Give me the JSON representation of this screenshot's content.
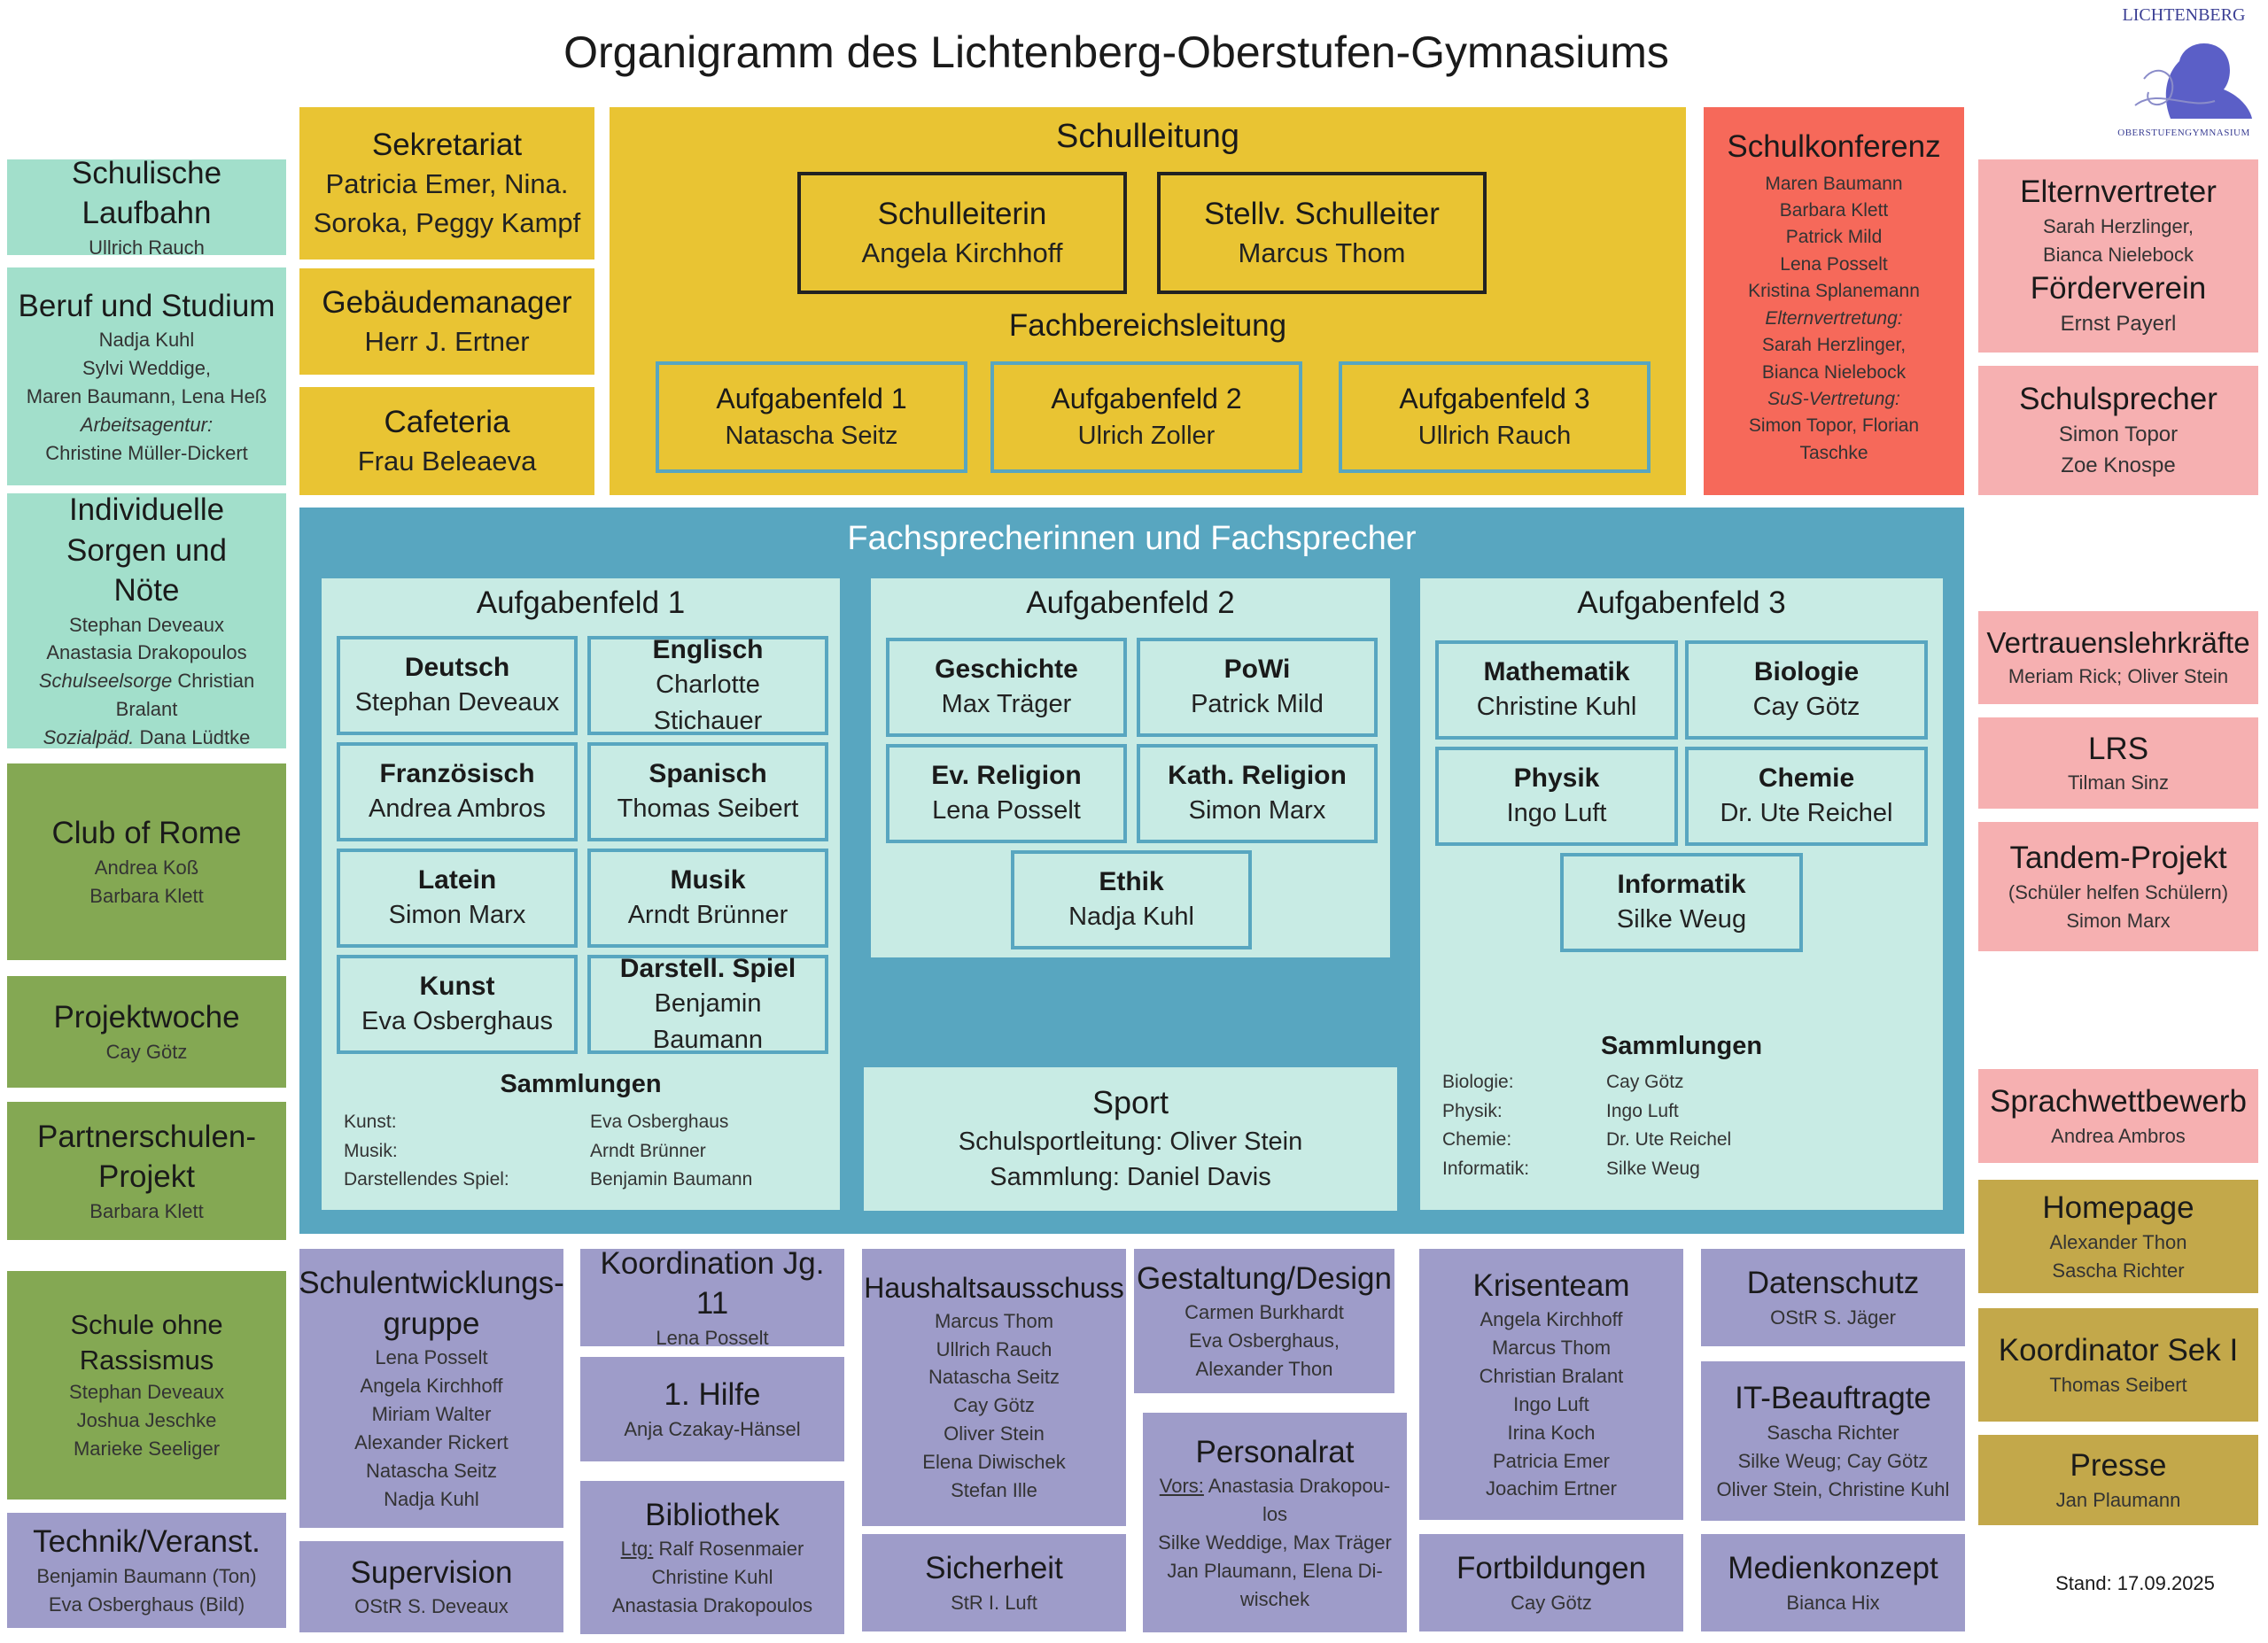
{
  "title": "Organigramm des Lichtenberg-Oberstufen-Gymnasiums",
  "logo": {
    "top": "LICHTENBERG",
    "bottom": "OBERSTUFENGYMNASIUM"
  },
  "stand": "Stand: 17.09.2025",
  "colors": {
    "green": "#a2dfcb",
    "olive": "#84a853",
    "yellow": "#e9c433",
    "red": "#f6695a",
    "pink": "#f6b0b1",
    "khaki": "#c3a84a",
    "purple": "#9e9cc9",
    "teal": "#58a6c0",
    "mint": "#c8ebe4"
  },
  "left": {
    "laufbahn": {
      "title": "Schulische Laufbahn",
      "names": "Ullrich Rauch"
    },
    "beruf": {
      "title": "Beruf und Studium",
      "l1": "Nadja Kuhl",
      "l2": "Sylvi Weddige,",
      "l3": "Maren Baumann, Lena Heß",
      "l4": "Arbeitsagentur:",
      "l5": "Christine Müller-Dickert"
    },
    "sorgen": {
      "title": "Individuelle Sorgen und Nöte",
      "l1": "Stephan Deveaux",
      "l2": "Anastasia Drakopoulos",
      "l3a": "Schulseelsorge",
      "l3b": "Christian Bralant",
      "l4a": "Sozialpäd.",
      "l4b": "Dana Lüdtke"
    },
    "rome": {
      "title": "Club of Rome",
      "l1": "Andrea Koß",
      "l2": "Barbara Klett"
    },
    "projekt": {
      "title": "Projektwoche",
      "l1": "Cay Götz"
    },
    "partner": {
      "title": "Partnerschulen-Projekt",
      "l1": "Barbara Klett"
    },
    "rassismus": {
      "title": "Schule ohne Rassismus",
      "l1": "Stephan Deveaux",
      "l2": "Joshua Jeschke",
      "l3": "Marieke Seeliger"
    },
    "technik": {
      "title": "Technik/Veranst.",
      "l1": "Benjamin Baumann (Ton)",
      "l2": "Eva Osberghaus (Bild)"
    }
  },
  "top": {
    "sekretariat": {
      "title": "Sekretariat",
      "names": "Patricia Emer, Nina. Soroka, Peggy Kampf"
    },
    "gebaeude": {
      "title": "Gebäudemanager",
      "names": "Herr J. Ertner"
    },
    "cafeteria": {
      "title": "Cafeteria",
      "names": "Frau Beleaeva"
    },
    "schulleitung": {
      "title": "Schulleitung",
      "leiterin": {
        "title": "Schulleiterin",
        "name": "Angela Kirchhoff"
      },
      "stellv": {
        "title": "Stellv. Schulleiter",
        "name": "Marcus Thom"
      },
      "fb_title": "Fachbereichsleitung",
      "af1": {
        "title": "Aufgabenfeld 1",
        "name": "Natascha Seitz"
      },
      "af2": {
        "title": "Aufgabenfeld 2",
        "name": "Ulrich Zoller"
      },
      "af3": {
        "title": "Aufgabenfeld 3",
        "name": "Ullrich Rauch"
      }
    },
    "konferenz": {
      "title": "Schulkonferenz",
      "l1": "Maren Baumann",
      "l2": "Barbara Klett",
      "l3": "Patrick Mild",
      "l4": "Lena Posselt",
      "l5": "Kristina Splanemann",
      "l6": "Elternvertretung:",
      "l7": "Sarah Herzlinger,",
      "l8": "Bianca Nielebock",
      "l9": "SuS-Vertretung:",
      "l10": "Simon Topor, Florian Taschke"
    }
  },
  "right": {
    "eltern": {
      "title": "Elternvertreter",
      "l1": "Sarah Herzlinger,",
      "l2": "Bianca Nielebock",
      "title2": "Förderverein",
      "l3": "Ernst Payerl"
    },
    "sprecher": {
      "title": "Schulsprecher",
      "l1": "Simon Topor",
      "l2": "Zoe Knospe"
    },
    "vertrauen": {
      "title": "Vertrauenslehrkräfte",
      "l1": "Meriam Rick; Oliver Stein"
    },
    "lrs": {
      "title": "LRS",
      "l1": "Tilman Sinz"
    },
    "tandem": {
      "title": "Tandem-Projekt",
      "l1": "(Schüler helfen Schülern)",
      "l2": "Simon Marx"
    },
    "sprach": {
      "title": "Sprachwettbewerb",
      "l1": "Andrea Ambros"
    },
    "homepage": {
      "title": "Homepage",
      "l1": "Alexander Thon",
      "l2": "Sascha Richter"
    },
    "sek1": {
      "title": "Koordinator Sek I",
      "l1": "Thomas Seibert"
    },
    "presse": {
      "title": "Presse",
      "l1": "Jan Plaumann"
    }
  },
  "fach": {
    "title": "Fachsprecherinnen und Fachsprecher",
    "af1": {
      "title": "Aufgabenfeld 1",
      "cells": [
        {
          "s": "Deutsch",
          "n": "Stephan Deveaux"
        },
        {
          "s": "Englisch",
          "n": "Charlotte Stichauer"
        },
        {
          "s": "Französisch",
          "n": "Andrea Ambros"
        },
        {
          "s": "Spanisch",
          "n": "Thomas Seibert"
        },
        {
          "s": "Latein",
          "n": "Simon Marx"
        },
        {
          "s": "Musik",
          "n": "Arndt Brünner"
        },
        {
          "s": "Kunst",
          "n": "Eva Osberghaus"
        },
        {
          "s": "Darstell. Spiel",
          "n": "Benjamin Baumann"
        }
      ],
      "sammlungen": "Sammlungen",
      "coll_keys": [
        "Kunst:",
        "Musik:",
        "Darstellendes Spiel:"
      ],
      "coll_vals": [
        "Eva Osberghaus",
        "Arndt Brünner",
        "Benjamin Baumann"
      ]
    },
    "af2": {
      "title": "Aufgabenfeld 2",
      "cells": [
        {
          "s": "Geschichte",
          "n": "Max Träger"
        },
        {
          "s": "PoWi",
          "n": "Patrick Mild"
        },
        {
          "s": "Ev. Religion",
          "n": "Lena Posselt"
        },
        {
          "s": "Kath. Religion",
          "n": "Simon Marx"
        },
        {
          "s": "Ethik",
          "n": "Nadja Kuhl"
        }
      ]
    },
    "sport": {
      "title": "Sport",
      "l1": "Schulsportleitung: Oliver Stein",
      "l2": "Sammlung: Daniel Davis"
    },
    "af3": {
      "title": "Aufgabenfeld 3",
      "cells": [
        {
          "s": "Mathematik",
          "n": "Christine Kuhl"
        },
        {
          "s": "Biologie",
          "n": "Cay Götz"
        },
        {
          "s": "Physik",
          "n": "Ingo Luft"
        },
        {
          "s": "Chemie",
          "n": "Dr. Ute Reichel"
        },
        {
          "s": "Informatik",
          "n": "Silke Weug"
        }
      ],
      "sammlungen": "Sammlungen",
      "coll_keys": [
        "Biologie:",
        "Physik:",
        "Chemie:",
        "Informatik:"
      ],
      "coll_vals": [
        "Cay Götz",
        "Ingo Luft",
        "Dr. Ute Reichel",
        "Silke Weug"
      ]
    }
  },
  "bottom": {
    "entwicklung": {
      "title": "Schulentwicklungs-gruppe",
      "l1": "Lena Posselt",
      "l2": "Angela Kirchhoff",
      "l3": "Miriam Walter",
      "l4": "Alexander Rickert",
      "l5": "Natascha Seitz",
      "l6": "Nadja Kuhl"
    },
    "supervision": {
      "title": "Supervision",
      "l1": "OStR S. Deveaux"
    },
    "koord11": {
      "title": "Koordination Jg. 11",
      "l1": "Lena Posselt"
    },
    "hilfe": {
      "title": "1. Hilfe",
      "l1": "Anja Czakay-Hänsel"
    },
    "biblio": {
      "title": "Bibliothek",
      "l1a": "Ltg:",
      "l1b": "Ralf Rosenmaier",
      "l2": "Christine Kuhl",
      "l3": "Anastasia Drakopoulos"
    },
    "haushalt": {
      "title": "Haushaltsausschuss",
      "l1": "Marcus Thom",
      "l2": "Ullrich Rauch",
      "l3": "Natascha Seitz",
      "l4": "Cay Götz",
      "l5": "Oliver Stein",
      "l6": "Elena Diwischek",
      "l7": "Stefan Ille"
    },
    "sicherheit": {
      "title": "Sicherheit",
      "l1": "StR I. Luft"
    },
    "design": {
      "title": "Gestaltung/Design",
      "l1": "Carmen Burkhardt",
      "l2": "Eva Osberghaus,",
      "l3": "Alexander Thon"
    },
    "personal": {
      "title": "Personalrat",
      "l1a": "Vors:",
      "l1b": "Anastasia Drakopou-los",
      "l2": "Silke Weddige, Max Träger",
      "l3": "Jan Plaumann, Elena Di-wischek"
    },
    "krise": {
      "title": "Krisenteam",
      "l1": "Angela Kirchhoff",
      "l2": "Marcus Thom",
      "l3": "Christian Bralant",
      "l4": "Ingo Luft",
      "l5": "Irina Koch",
      "l6": "Patricia Emer",
      "l7": "Joachim Ertner"
    },
    "fortbildung": {
      "title": "Fortbildungen",
      "l1": "Cay Götz"
    },
    "datenschutz": {
      "title": "Datenschutz",
      "l1": "OStR S. Jäger"
    },
    "it": {
      "title": "IT-Beauftragte",
      "l1": "Sascha Richter",
      "l2": "Silke Weug; Cay Götz",
      "l3": "Oliver Stein, Christine Kuhl"
    },
    "medien": {
      "title": "Medienkonzept",
      "l1": "Bianca Hix"
    }
  }
}
